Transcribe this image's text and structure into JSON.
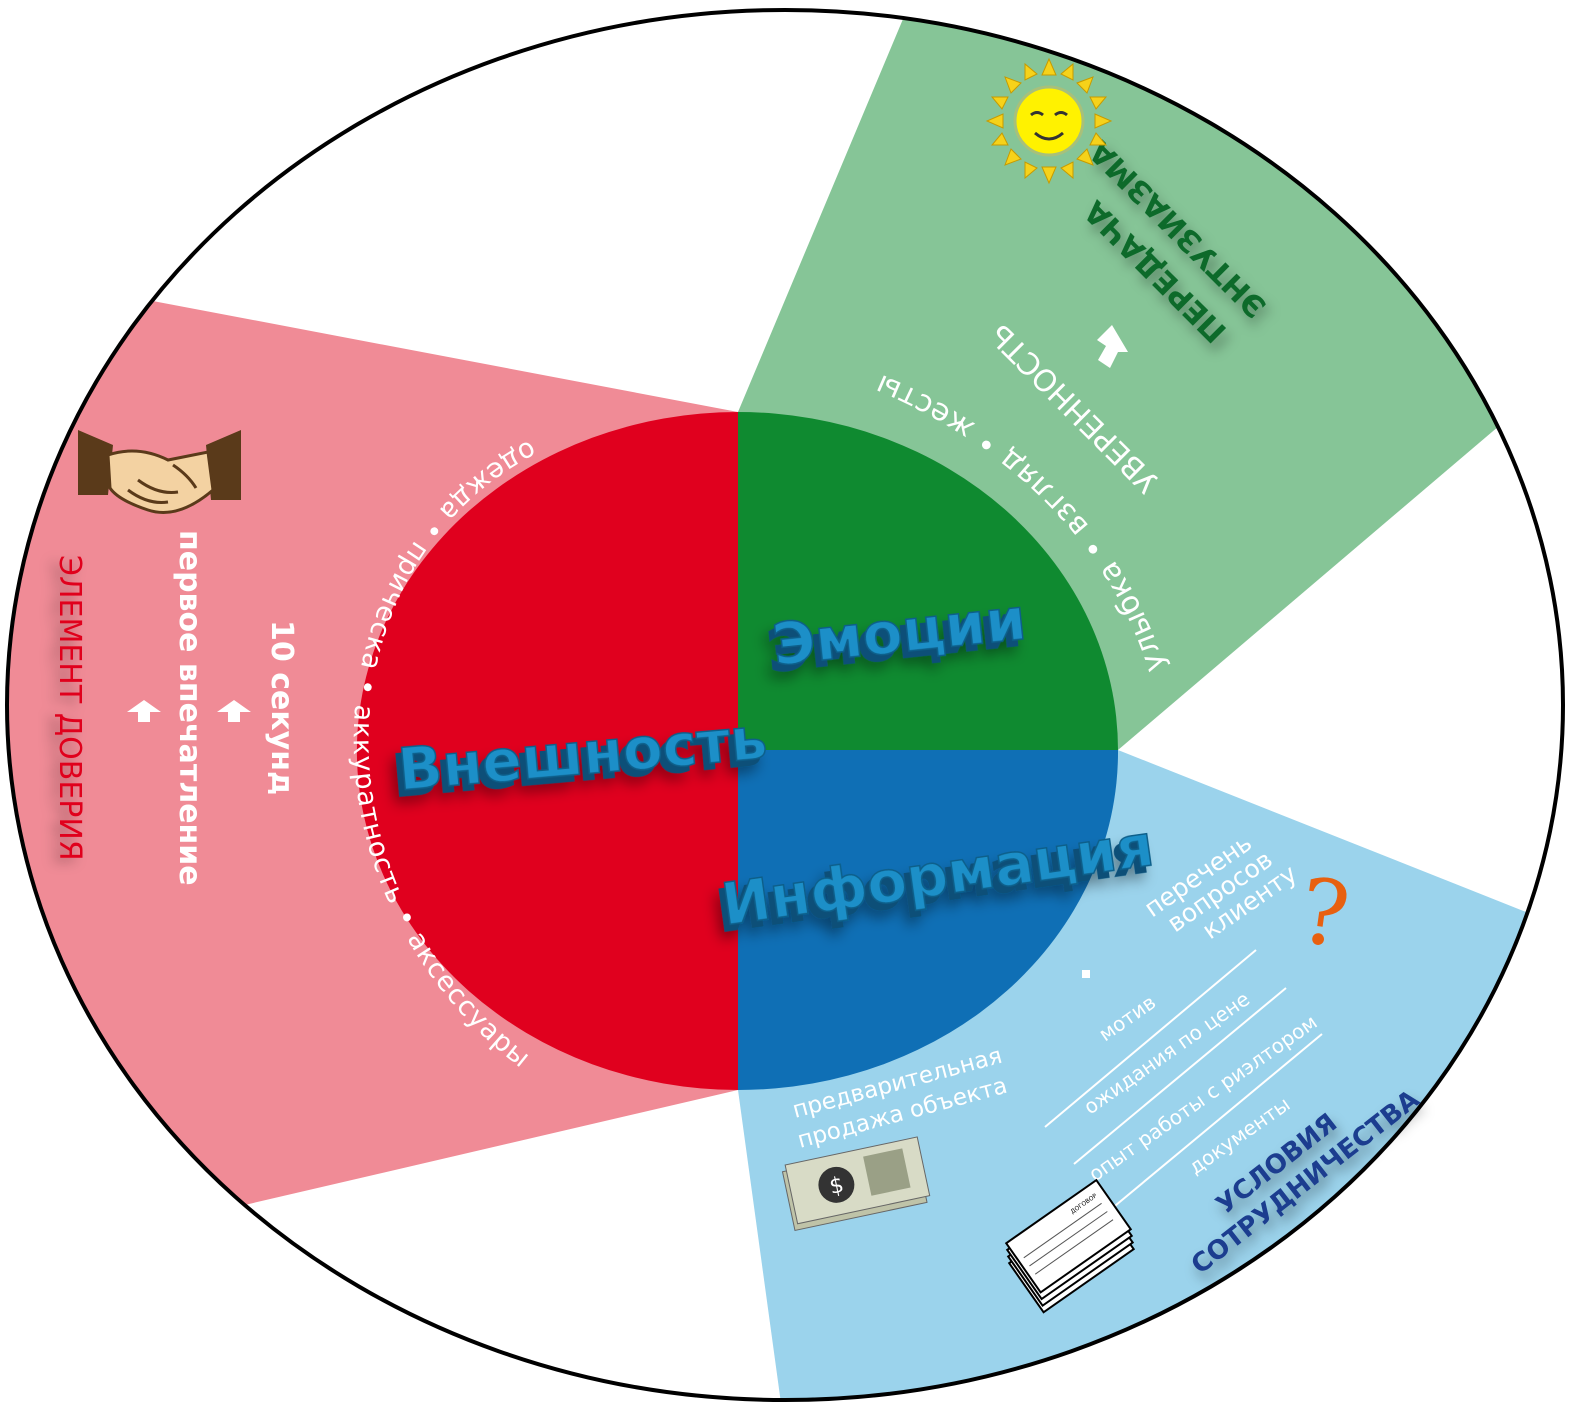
{
  "colors": {
    "pink_sector": "#f08b96",
    "green_sector": "#86c597",
    "blue_sector": "#9bd3ec",
    "inner_red": "#e0001e",
    "inner_green": "#0f8a30",
    "inner_blue": "#0f6fb5",
    "title_3d": "#1e8fc8",
    "trust_red": "#e0001e",
    "enthusiasm_green": "#0b6a2c",
    "cooperation_blue": "#1a3d8f",
    "question_orange": "#e8600f"
  },
  "center": {
    "appearance": "Внешность",
    "emotions": "Эмоции",
    "information": "Информация"
  },
  "appearance": {
    "items_arc": "одежда • прическа • аккуратность • аксессуары",
    "ten_seconds": "10 секунд",
    "first_impression": "первое впечатление",
    "trust_element": "ЭЛЕМЕНТ ДОВЕРИЯ",
    "icon": "handshake-icon"
  },
  "emotions": {
    "items_arc": "улыбка • взгляд • жесты",
    "confidence": "УВЕРЕННОСТЬ",
    "enthusiasm_line1": "ПЕРЕДАЧА",
    "enthusiasm_line2": "ЭНТУЗИАЗМА",
    "icon": "smiling-sun-icon"
  },
  "information": {
    "questions_line1": "перечень",
    "questions_line2": "вопросов",
    "questions_line3": "клиенту",
    "list": [
      "мотив",
      "ожидания по цене",
      "опыт работы с риэлтором",
      "документы"
    ],
    "presale_line1": "предварительная",
    "presale_line2": "продажа объекта",
    "conditions_line1": "УСЛОВИЯ",
    "conditions_line2": "СОТРУДНИЧЕСТВА",
    "document_title": "ДОГОВОР",
    "icons": [
      "question-mark-icon",
      "money-icon",
      "documents-icon"
    ]
  }
}
